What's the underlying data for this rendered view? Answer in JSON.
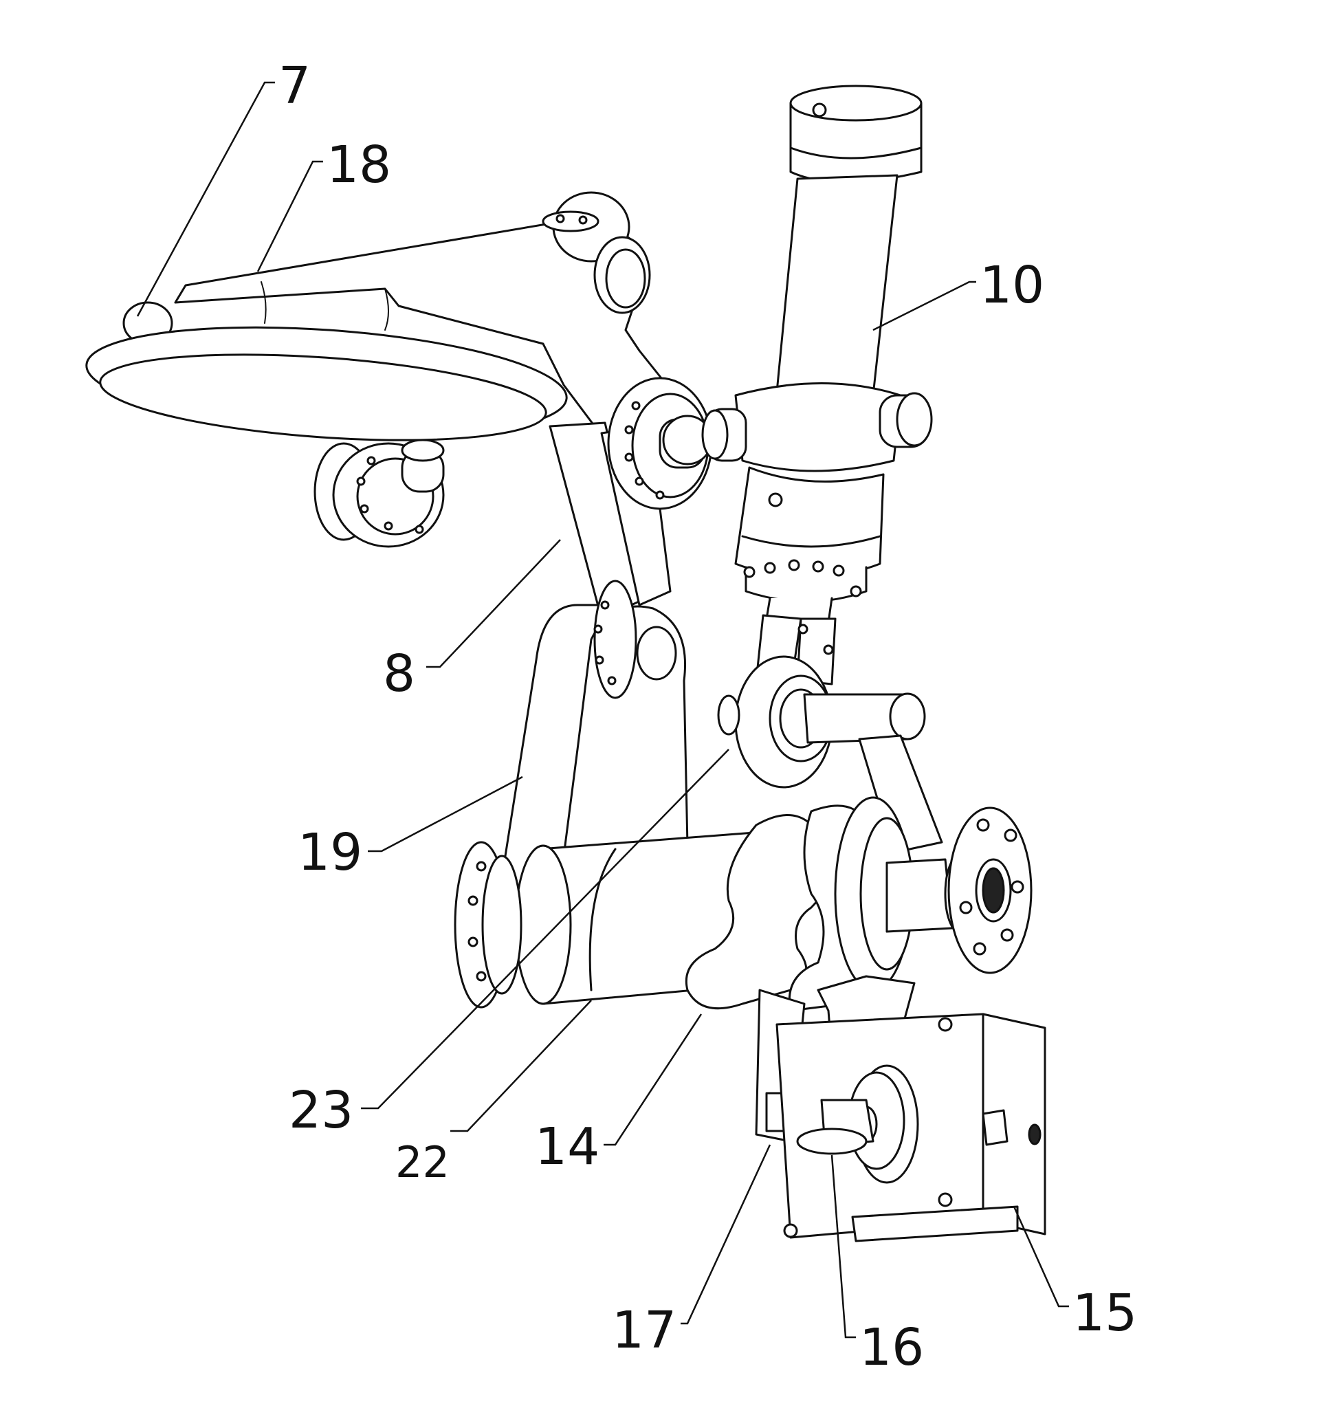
{
  "figure": {
    "labels": [
      {
        "id": "7",
        "text": "7"
      },
      {
        "id": "18",
        "text": "18"
      },
      {
        "id": "10",
        "text": "10"
      },
      {
        "id": "8",
        "text": "8"
      },
      {
        "id": "19",
        "text": "19"
      },
      {
        "id": "23",
        "text": "23"
      },
      {
        "id": "22",
        "text": "22"
      },
      {
        "id": "14",
        "text": "14"
      },
      {
        "id": "17",
        "text": "17"
      },
      {
        "id": "16",
        "text": "16"
      },
      {
        "id": "15",
        "text": "15"
      }
    ]
  }
}
